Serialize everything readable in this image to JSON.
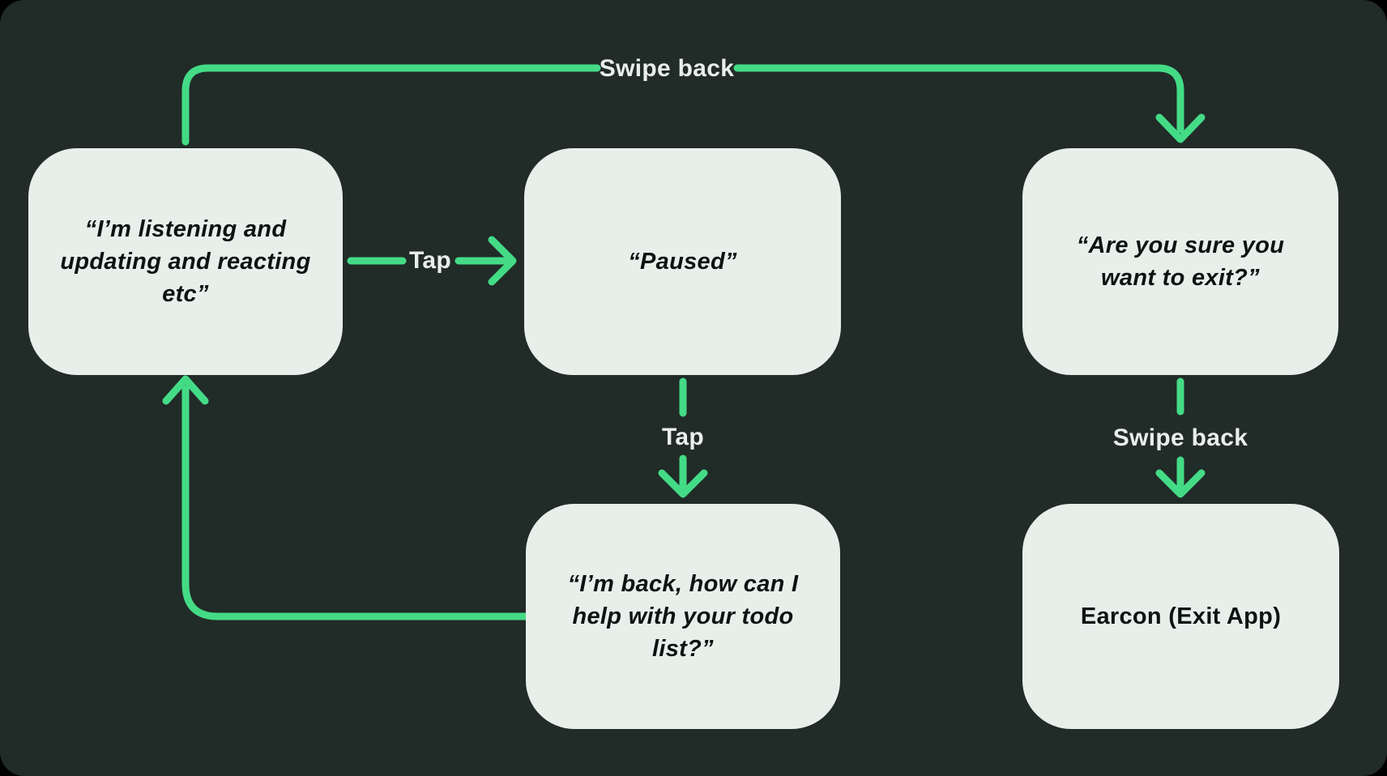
{
  "diagram": {
    "nodes": [
      {
        "id": "listening",
        "label": "“I’m listening and\nupdating and reacting\netc”"
      },
      {
        "id": "paused",
        "label": "“Paused”"
      },
      {
        "id": "confirm_exit",
        "label": "“Are you sure you\nwant to exit?”"
      },
      {
        "id": "back",
        "label": "“I’m back, how can I\nhelp with your todo\nlist?”"
      },
      {
        "id": "earcon",
        "label": "Earcon (Exit App)"
      }
    ],
    "edges": {
      "swipe_back_top": {
        "label": "Swipe back",
        "from": "listening",
        "to": "confirm_exit"
      },
      "tap_horizontal": {
        "label": "Tap",
        "from": "listening",
        "to": "paused"
      },
      "tap_vertical": {
        "label": "Tap",
        "from": "paused",
        "to": "back"
      },
      "swipe_back_right": {
        "label": "Swipe back",
        "from": "confirm_exit",
        "to": "earcon"
      },
      "loop_return": {
        "label": "",
        "from": "back",
        "to": "listening"
      }
    },
    "colors": {
      "background": "#212B28",
      "node_fill": "#E8EFEB",
      "accent_green": "#44DB86",
      "edge_label_text": "#E9EEEC",
      "node_text": "#0C1310"
    }
  }
}
